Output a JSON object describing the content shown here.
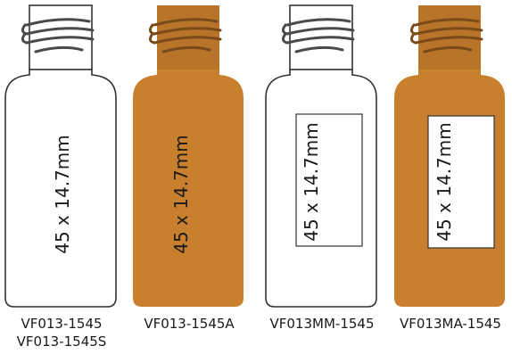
{
  "vials": [
    {
      "material": "clear",
      "has_label_box": false,
      "dimension_text": "45 x 14.7mm",
      "part_numbers": [
        "VF013-1545",
        "VF013-1545S"
      ]
    },
    {
      "material": "amber",
      "has_label_box": false,
      "dimension_text": "45 x 14.7mm",
      "part_numbers": [
        "VF013-1545A"
      ]
    },
    {
      "material": "clear",
      "has_label_box": true,
      "dimension_text": "45 x 14.7mm",
      "part_numbers": [
        "VF013MM-1545"
      ]
    },
    {
      "material": "amber",
      "has_label_box": true,
      "dimension_text": "45 x 14.7mm",
      "part_numbers": [
        "VF013MA-1545"
      ]
    }
  ],
  "colors": {
    "clear_fill": "#ffffff",
    "amber_fill": "#c8802e",
    "amber_neck": "#b87428",
    "outline": "#333333",
    "thread_clear": "#4a4a4a",
    "thread_amber": "#7a4a18",
    "label_box_fill": "#ffffff"
  }
}
